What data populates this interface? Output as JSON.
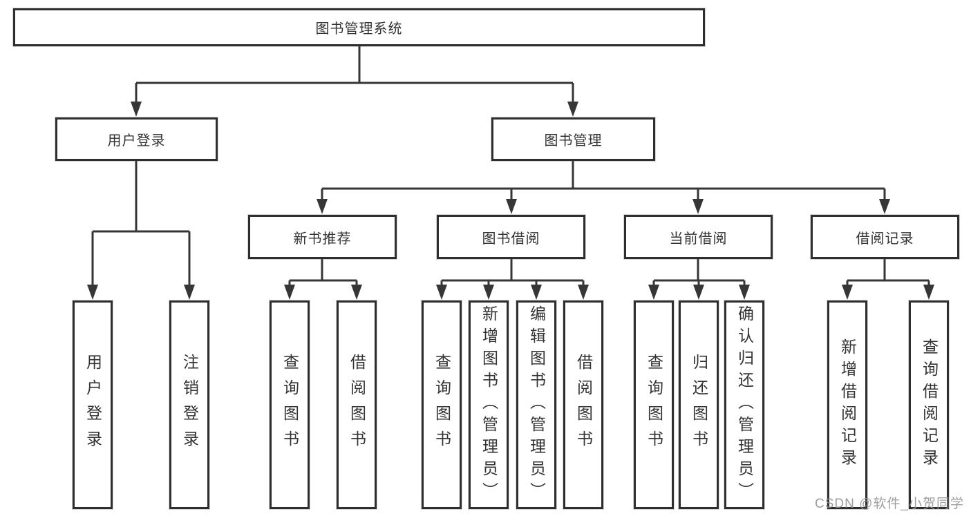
{
  "watermark": "CSDN @软件_小贺同学",
  "colors": {
    "line": "#363636",
    "box_border": "#2e2e2e",
    "text": "#333333",
    "watermark_text": "#949494",
    "background": "#ffffff"
  },
  "tree": {
    "label": "图书管理系统",
    "children": [
      {
        "label": "用户登录",
        "children": [
          {
            "label": "用户登录"
          },
          {
            "label": "注销登录"
          }
        ]
      },
      {
        "label": "图书管理",
        "children": [
          {
            "label": "新书推荐",
            "children": [
              {
                "label": "查询图书"
              },
              {
                "label": "借阅图书"
              }
            ]
          },
          {
            "label": "图书借阅",
            "children": [
              {
                "label": "查询图书"
              },
              {
                "label": "新增图书（管理员）"
              },
              {
                "label": "编辑图书（管理员）"
              },
              {
                "label": "借阅图书"
              }
            ]
          },
          {
            "label": "当前借阅",
            "children": [
              {
                "label": "查询图书"
              },
              {
                "label": "归还图书"
              },
              {
                "label": "确认归还（管理员）"
              }
            ]
          },
          {
            "label": "借阅记录",
            "children": [
              {
                "label": "新增借阅记录"
              },
              {
                "label": "查询借阅记录"
              }
            ]
          }
        ]
      }
    ]
  }
}
